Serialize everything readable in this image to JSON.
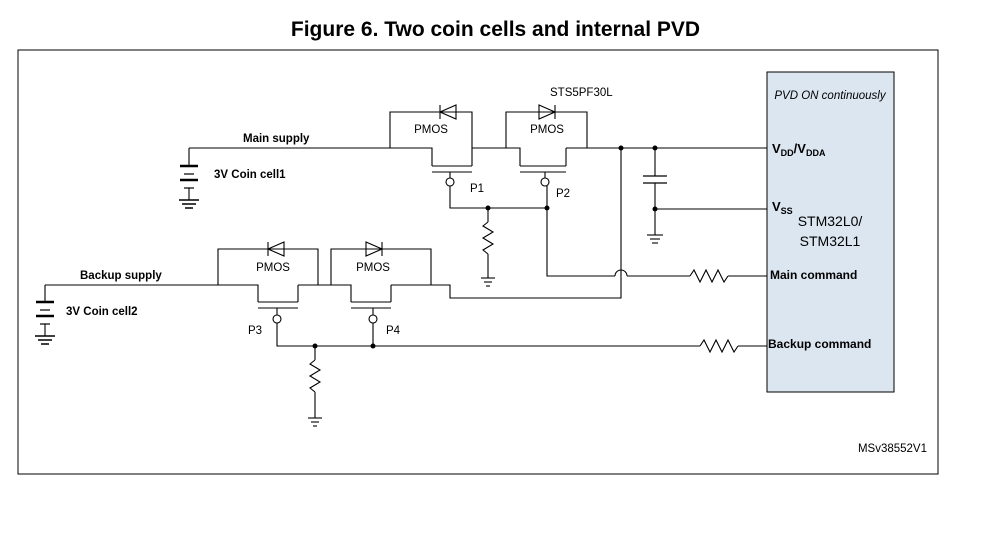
{
  "figure": {
    "title": "Figure 6. Two coin cells and internal PVD",
    "reference": "MSv38552V1"
  },
  "mcu": {
    "mode_label": "PVD ON continuously",
    "pins": {
      "vdd": "V",
      "vdd_sub1": "DD",
      "vdd_sep": "/V",
      "vdd_sub2": "DDA",
      "vss": "V",
      "vss_sub": "SS",
      "main_command": "Main command",
      "backup_command": "Backup command"
    },
    "part_line1": "STM32L0/",
    "part_line2": "STM32L1",
    "part_color": "#2E75B6",
    "fill_color": "#DCE6F1"
  },
  "supplies": {
    "main_supply": "Main supply",
    "backup_supply": "Backup supply",
    "cell1": "3V Coin cell1",
    "cell2": "3V Coin cell2"
  },
  "transistors": {
    "type_label": "PMOS",
    "part_number": "STS5PF30L",
    "p1": "P1",
    "p2": "P2",
    "p3": "P3",
    "p4": "P4"
  }
}
